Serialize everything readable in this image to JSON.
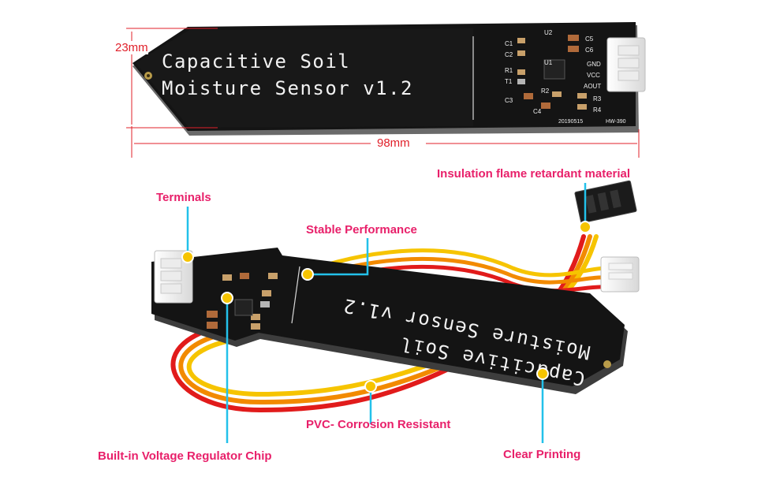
{
  "dimensions": {
    "width_label": "23mm",
    "length_label": "98mm"
  },
  "board_top": {
    "title_line1": "Capacitive  Soil",
    "title_line2": "Moisture Sensor v1.2",
    "silk": {
      "u2": "U2",
      "u1": "U1",
      "c1": "C1",
      "c2": "C2",
      "c3": "C3",
      "c4": "C4",
      "c5": "C5",
      "c6": "C6",
      "r1": "R1",
      "r2": "R2",
      "r3": "R3",
      "r4": "R4",
      "t1": "T1",
      "gnd": "GND",
      "vcc": "VCC",
      "aout": "AOUT",
      "date": "20190515",
      "model": "HW-390"
    }
  },
  "board_bottom": {
    "title_line1": "Capacitive  Soil",
    "title_line2": "Moisture Sensor v1.2"
  },
  "callouts": {
    "insulation": "Insulation flame retardant material",
    "terminals": "Terminals",
    "stable": "Stable Performance",
    "pvc": "PVC- Corrosion Resistant",
    "regulator": "Built-in Voltage Regulator Chip",
    "printing": "Clear Printing"
  },
  "colors": {
    "callout_text": "#e8206a",
    "dimension": "#e0202a",
    "leader": "#23c1ea",
    "marker": "#f6c400",
    "pcb": "#121212",
    "silkscreen": "#f2f2f2",
    "wire_red": "#e11b1b",
    "wire_orange": "#f28a00",
    "wire_yellow": "#f6c400"
  }
}
